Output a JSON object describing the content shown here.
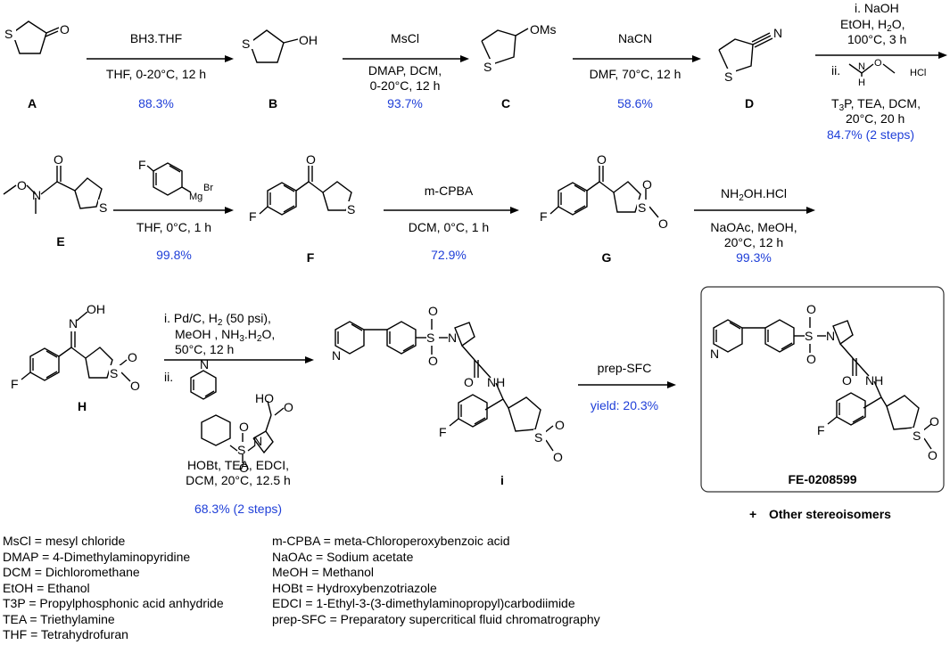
{
  "compounds": {
    "A": "A",
    "B": "B",
    "C": "C",
    "D": "D",
    "E": "E",
    "F": "F",
    "G": "G",
    "H": "H",
    "i": "i",
    "final": "FE-0208599"
  },
  "steps": {
    "s1": {
      "top": "BH3.THF",
      "bottom": "THF, 0-20°C, 12 h",
      "yield": "88.3%"
    },
    "s2": {
      "top": "MsCl",
      "bottom1": "DMAP, DCM,",
      "bottom2": "0-20°C, 12 h",
      "yield": "93.7%"
    },
    "s3": {
      "top": "NaCN",
      "bottom": "DMF, 70°C, 12 h",
      "yield": "58.6%"
    },
    "s4": {
      "i1": "i. NaOH",
      "i2": "EtOH, H2O,",
      "i3": "100°C, 3 h",
      "ii": "ii.",
      "hcl": "HCl",
      "b1": "T3P, TEA, DCM,",
      "b2": "20°C, 20 h",
      "yield": "84.7% (2 steps)"
    },
    "s5": {
      "bottom": "THF, 0°C, 1 h",
      "yield": "99.8%"
    },
    "s6": {
      "top": "m-CPBA",
      "bottom": "DCM, 0°C, 1 h",
      "yield": "72.9%"
    },
    "s7": {
      "top": "NH2OH.HCl",
      "b1": "NaOAc, MeOH,",
      "b2": "20°C, 12 h",
      "yield": "99.3%"
    },
    "s8": {
      "t1": "i. Pd/C, H2 (50 psi),",
      "t2": "MeOH , NH3.H2O,",
      "t3": "50°C, 12 h",
      "ii": "ii.",
      "b1": "HOBt, TEA, EDCI,",
      "b2": "DCM, 20°C, 12.5 h",
      "yield": "68.3% (2 steps)"
    },
    "s9": {
      "top": "prep-SFC",
      "yield": "yield: 20.3%"
    }
  },
  "other": "Other stereoisomers",
  "plus": "+",
  "legend_left": [
    "MsCl = mesyl chloride",
    "DMAP = 4-Dimethylaminopyridine",
    "DCM = Dichloromethane",
    "EtOH = Ethanol",
    "T3P = Propylphosphonic acid anhydride",
    "TEA = Triethylamine",
    "THF = Tetrahydrofuran"
  ],
  "legend_right": [
    "m-CPBA = meta-Chloroperoxybenzoic acid",
    "NaOAc = Sodium acetate",
    "MeOH = Methanol",
    "HOBt = Hydroxybenzotriazole",
    "EDCI = 1-Ethyl-3-(3-dimethylaminopropyl)carbodiimide",
    "prep-SFC = Preparatory supercritical fluid chromatrography"
  ],
  "colors": {
    "yield": "#1f3fd8",
    "text": "#000000"
  }
}
